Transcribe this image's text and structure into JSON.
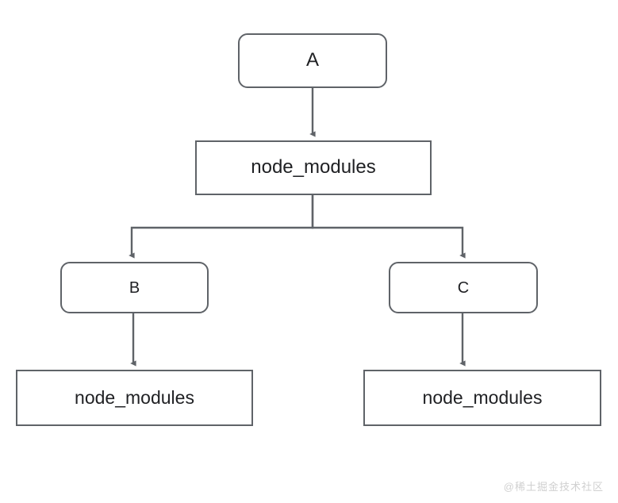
{
  "diagram": {
    "type": "dependency-tree",
    "background_color": "#ffffff",
    "edge_color": "#5f6368",
    "node_border_color": "#5f6368",
    "node_fill_color": "#ffffff",
    "text_color": "#202124",
    "nodes": [
      {
        "id": "a",
        "label": "A",
        "shape": "rounded-rect"
      },
      {
        "id": "nm_root",
        "label": "node_modules",
        "shape": "rect"
      },
      {
        "id": "b",
        "label": "B",
        "shape": "rounded-rect"
      },
      {
        "id": "c",
        "label": "C",
        "shape": "rounded-rect"
      },
      {
        "id": "nm_b",
        "label": "node_modules",
        "shape": "rect"
      },
      {
        "id": "nm_c",
        "label": "node_modules",
        "shape": "rect"
      }
    ],
    "edges": [
      {
        "from": "a",
        "to": "nm_root",
        "style": "straight-arrow"
      },
      {
        "from": "nm_root",
        "to": "b",
        "style": "elbow-arrow"
      },
      {
        "from": "nm_root",
        "to": "c",
        "style": "elbow-arrow"
      },
      {
        "from": "b",
        "to": "nm_b",
        "style": "straight-arrow"
      },
      {
        "from": "c",
        "to": "nm_c",
        "style": "straight-arrow"
      }
    ]
  },
  "watermark": {
    "text": "@稀土掘金技术社区",
    "color": "#d0d0d0"
  }
}
